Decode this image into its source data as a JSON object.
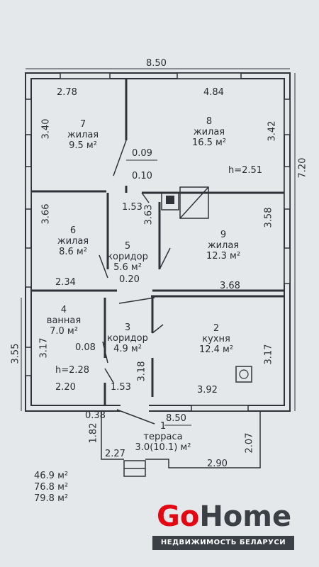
{
  "outer_dims": {
    "top": "8.50",
    "bottom": "8.50",
    "right": "7.20",
    "left": "3.55"
  },
  "dims": [
    "2.78",
    "4.84",
    "3.40",
    "3.42",
    "0.09",
    "0.10",
    "1.53",
    "3.63",
    "3.66",
    "3.58",
    "2.34",
    "0.20",
    "3.68",
    "3.17",
    "0.08",
    "3.18",
    "3.17",
    "2.20",
    "1.53",
    "3.92",
    "0.38",
    "1.82",
    "2.27",
    "2.07",
    "2.90"
  ],
  "ceiling_height_main": "h=2.51",
  "ceiling_height_bath": "h=2.28",
  "rooms": [
    {
      "num": "7",
      "name": "жилая",
      "area": "9.5 м²"
    },
    {
      "num": "8",
      "name": "жилая",
      "area": "16.5 м²"
    },
    {
      "num": "6",
      "name": "жилая",
      "area": "8.6 м²"
    },
    {
      "num": "5",
      "name": "коридор",
      "area": "5.6 м²"
    },
    {
      "num": "9",
      "name": "жилая",
      "area": "12.3 м²"
    },
    {
      "num": "4",
      "name": "ванная",
      "area": "7.0 м²"
    },
    {
      "num": "3",
      "name": "коридор",
      "area": "4.9 м²"
    },
    {
      "num": "2",
      "name": "кухня",
      "area": "12.4 м²"
    },
    {
      "num": "1",
      "name": "терраса",
      "area": "3.0(10.1) м²"
    }
  ],
  "totals": [
    "46.9 м²",
    "76.8 м²",
    "79.8 м²"
  ],
  "logo": {
    "go": "Go",
    "home": "Home",
    "tagline": "НЕДВИЖИМОСТЬ БЕЛАРУСИ"
  },
  "colors": {
    "wall": "#2f3238",
    "background": "#e4e8ea",
    "brand_red": "#e30613",
    "brand_dark": "#3b3f46"
  }
}
